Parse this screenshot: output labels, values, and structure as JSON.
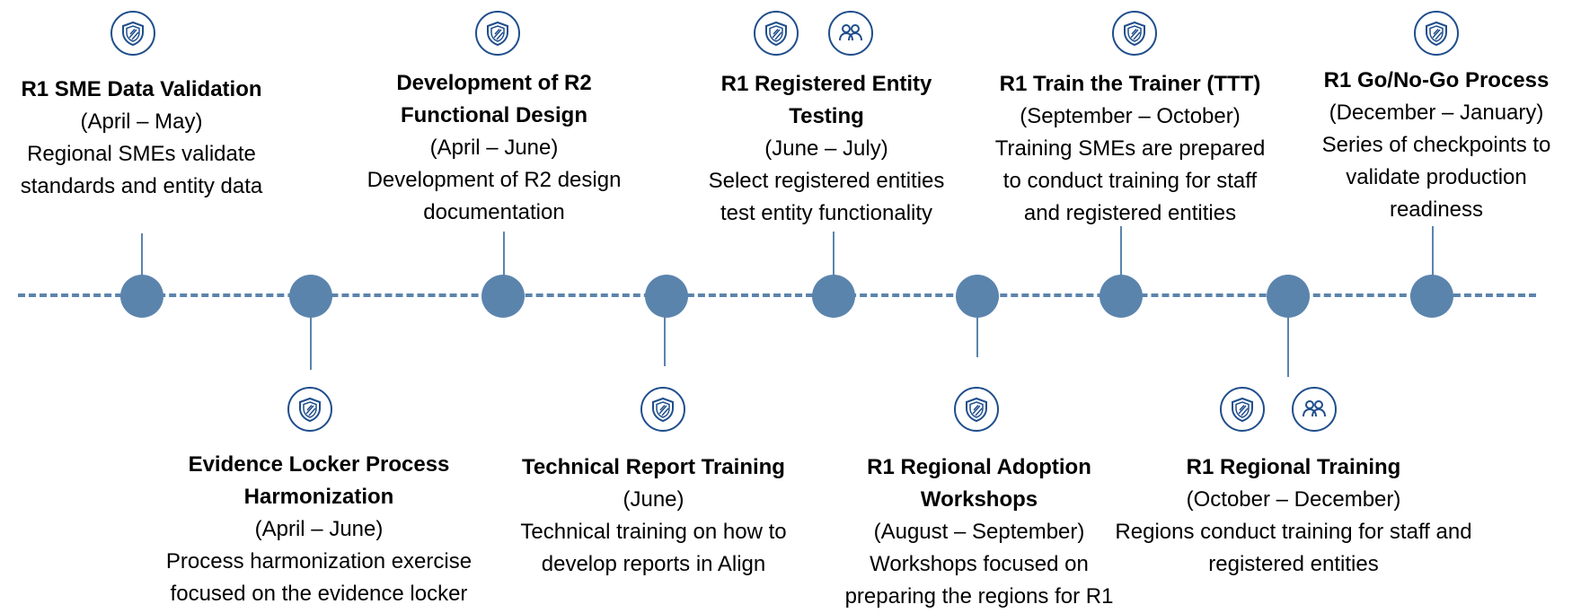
{
  "colors": {
    "timeline": "#5b84ad",
    "icon_stroke": "#1f4e8c"
  },
  "milestones_top": [
    {
      "title": "R1 SME Data Validation",
      "dates": "(April – May)",
      "desc": "Regional SMEs validate standards and entity data",
      "icons": [
        "shield-icon"
      ]
    },
    {
      "title": "Development of R2 Functional Design",
      "dates": "(April – June)",
      "desc": "Development of R2 design documentation",
      "icons": [
        "shield-icon"
      ]
    },
    {
      "title": "R1 Registered Entity Testing",
      "dates": "(June – July)",
      "desc": "Select registered entities test entity functionality",
      "icons": [
        "shield-icon",
        "people-icon"
      ]
    },
    {
      "title": "R1 Train the Trainer (TTT)",
      "dates": "(September – October)",
      "desc": "Training SMEs are prepared to conduct training for staff and registered entities",
      "icons": [
        "shield-icon"
      ]
    },
    {
      "title": "R1 Go/No-Go Process",
      "dates": "(December – January)",
      "desc": "Series of checkpoints to validate production readiness",
      "icons": [
        "shield-icon"
      ]
    }
  ],
  "milestones_bottom": [
    {
      "title": "Evidence Locker Process Harmonization",
      "dates": "(April – June)",
      "desc": "Process harmonization exercise focused on the evidence locker",
      "icons": [
        "shield-icon"
      ]
    },
    {
      "title": "Technical Report Training",
      "dates": "(June)",
      "desc": "Technical training on how to develop reports in Align",
      "icons": [
        "shield-icon"
      ]
    },
    {
      "title": "R1 Regional Adoption Workshops",
      "dates": "(August – September)",
      "desc": "Workshops focused on preparing the regions for R1",
      "icons": [
        "shield-icon"
      ]
    },
    {
      "title": "R1 Regional Training",
      "dates": "(October – December)",
      "desc": "Regions conduct training for staff and registered entities",
      "icons": [
        "shield-icon",
        "people-icon"
      ]
    }
  ]
}
